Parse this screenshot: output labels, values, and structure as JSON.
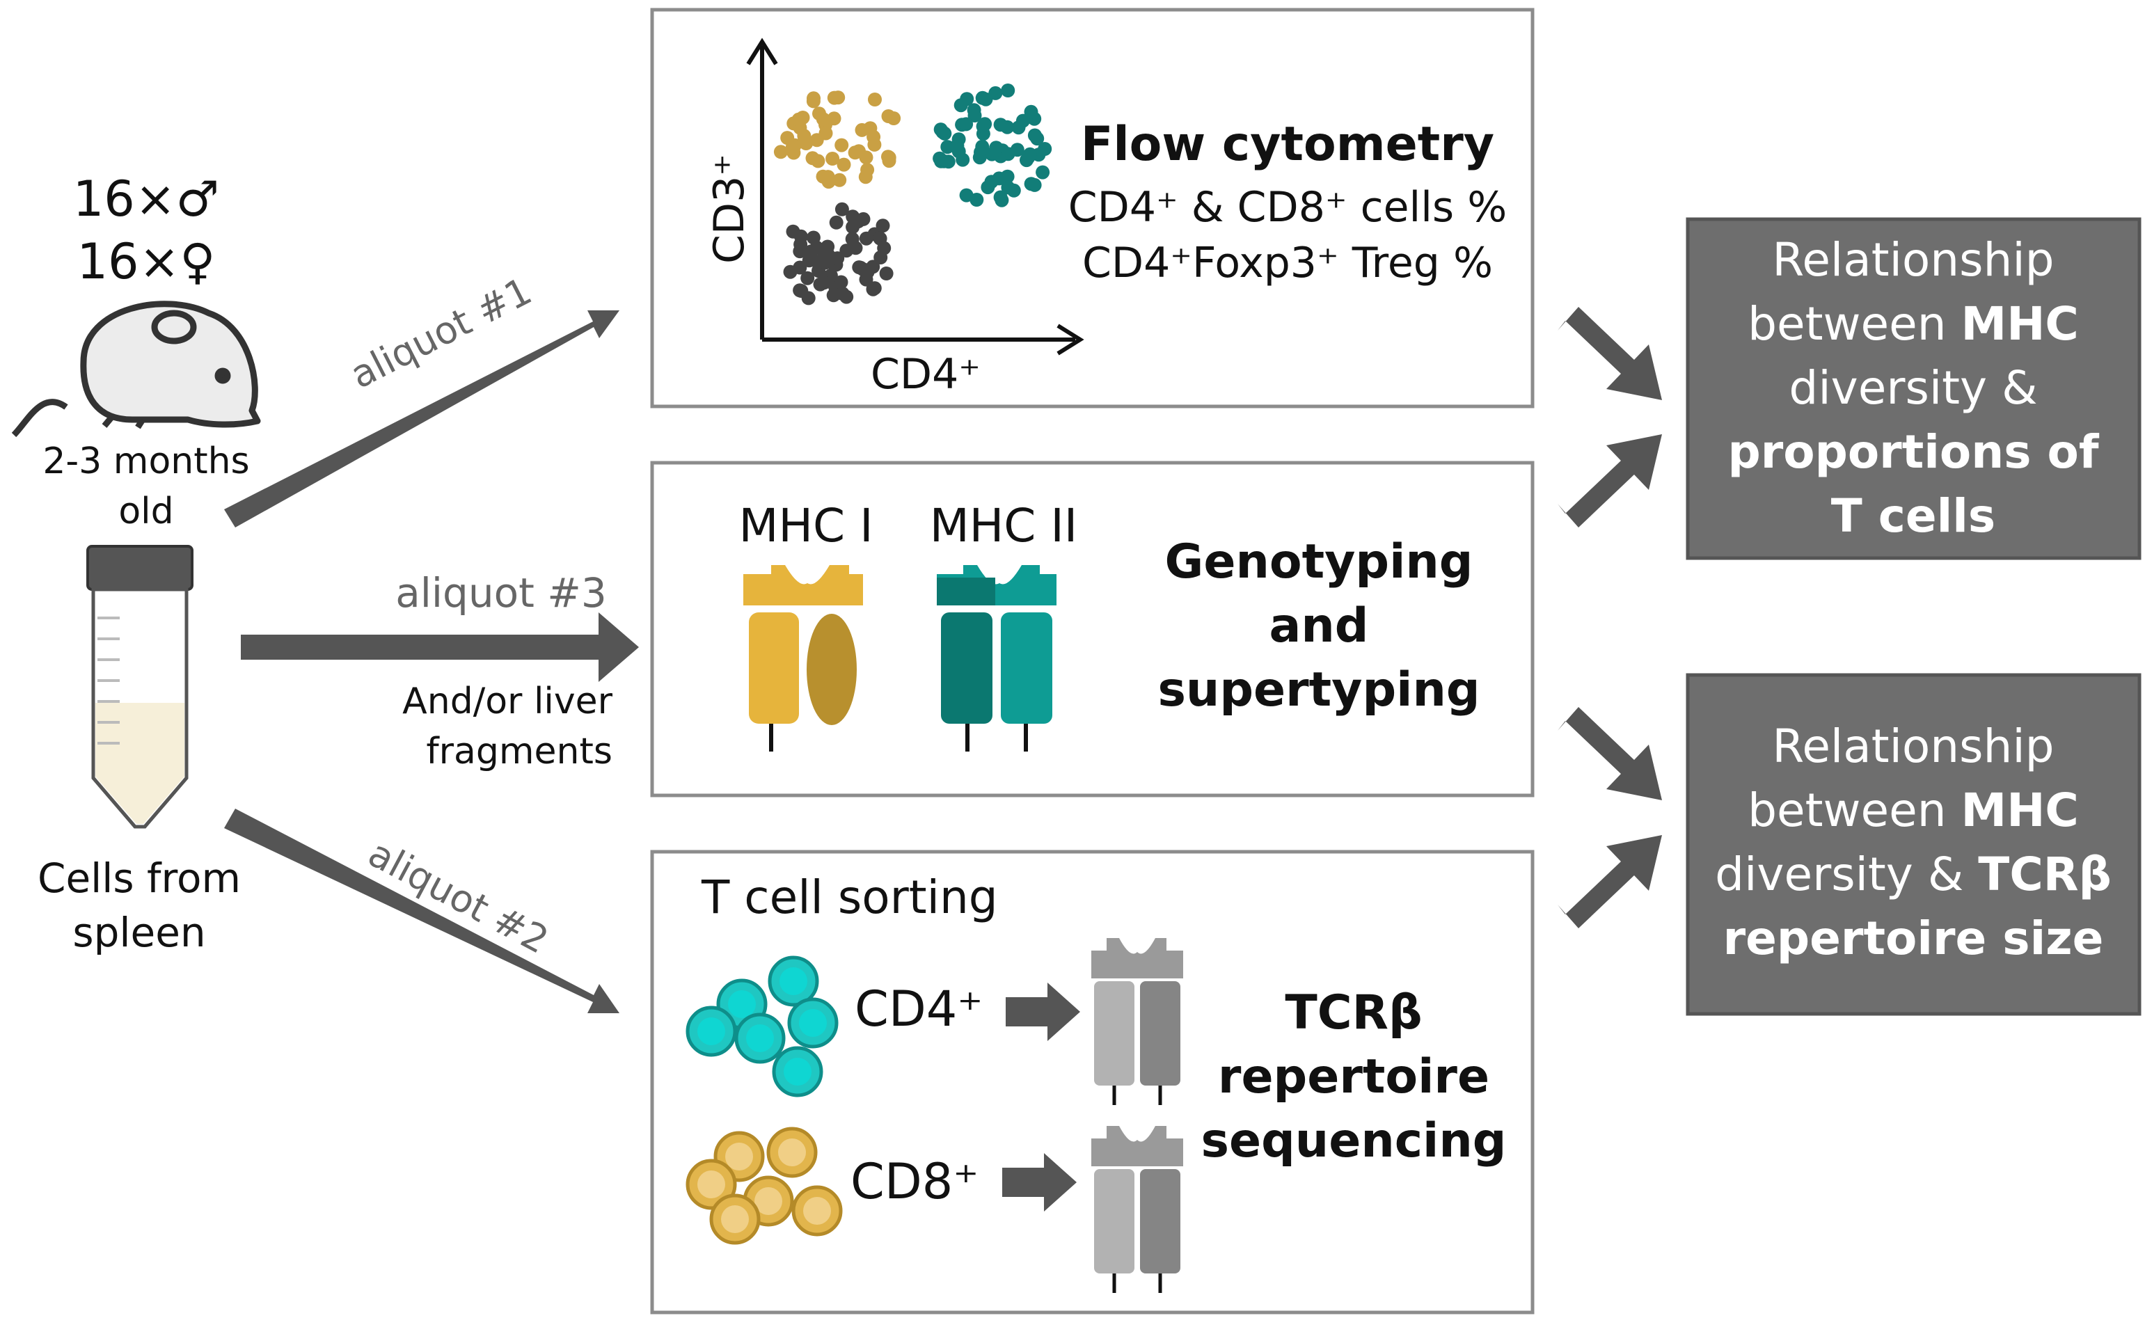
{
  "left": {
    "male_count": "16×♂",
    "female_count": "16×♀",
    "age_line1": "2-3 months",
    "age_line2": "old",
    "cells_line1": "Cells from",
    "cells_line2": "spleen"
  },
  "aliquots": {
    "a1": "aliquot #1",
    "a3": "aliquot #3",
    "a2": "aliquot #2",
    "liver_line1": "And/or liver",
    "liver_line2": "fragments"
  },
  "flow": {
    "title": "Flow cytometry",
    "line1": "CD4⁺ & CD8⁺ cells %",
    "line2": "CD4⁺Foxp3⁺ Treg %",
    "x_axis": "CD4⁺",
    "y_axis": "CD3⁺"
  },
  "genotyping": {
    "mhc1": "MHC I",
    "mhc2": "MHC II",
    "title_line1": "Genotyping",
    "title_line2": "and",
    "title_line3": "supertyping"
  },
  "tcr": {
    "sorting": "T cell sorting",
    "cd4": "CD4⁺",
    "cd8": "CD8⁺",
    "title_line1": "TCRβ",
    "title_line2": "repertoire",
    "title_line3": "sequencing"
  },
  "outputs": {
    "o1": {
      "line1": "Relationship",
      "line2_pre": "between ",
      "line2_bold": "MHC",
      "line3": "diversity &",
      "line4": "proportions of",
      "line5": "T cells"
    },
    "o2": {
      "line1": "Relationship",
      "line2_pre": "between ",
      "line2_bold": "MHC",
      "line3_pre": "diversity & ",
      "line3_bold": "TCRβ",
      "line4": "repertoire size"
    }
  },
  "colors": {
    "gold": "#c9a044",
    "teal": "#127d78",
    "dark": "#444444",
    "mhc_gold": "#e6b43c",
    "mhc_gold_dark": "#b8902e",
    "mhc_teal": "#0e9c94",
    "mhc_teal_dark": "#0b7870",
    "cell_teal": "#15bdb8",
    "cell_gold": "#e6bb55",
    "arrow": "#555555",
    "box_fill": "#6e6e6e"
  }
}
